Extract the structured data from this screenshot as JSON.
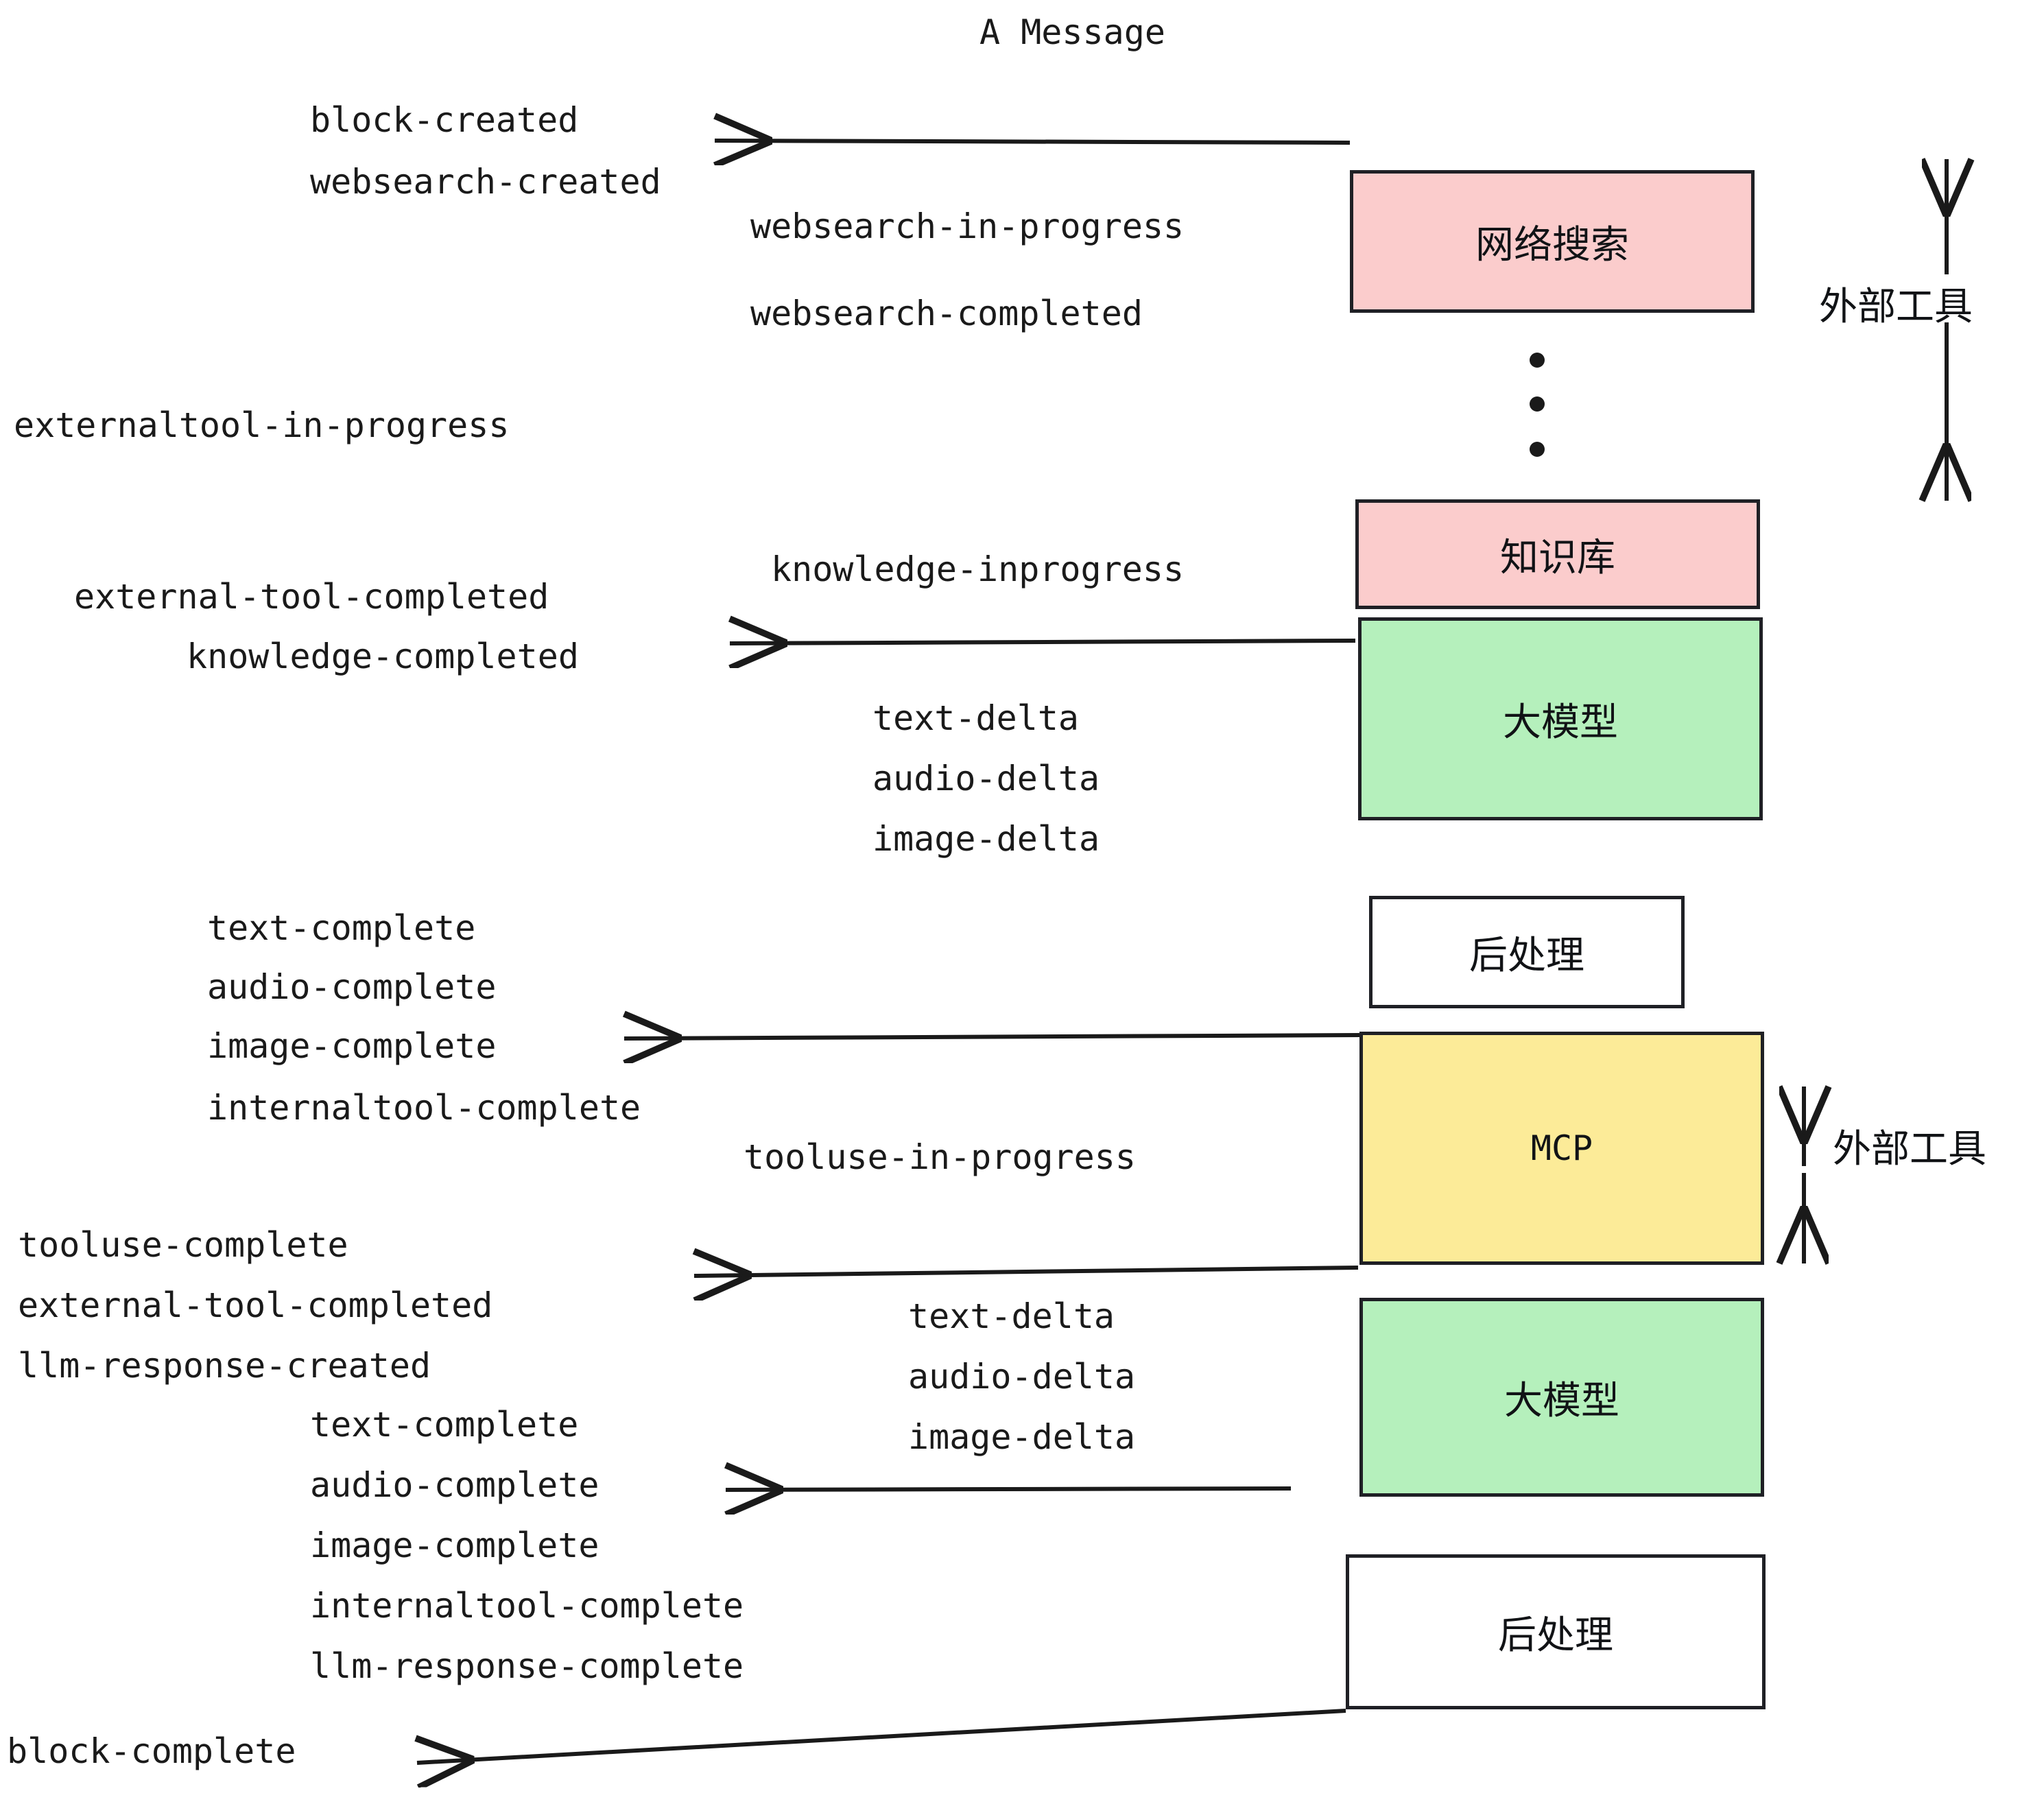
{
  "diagram": {
    "title": "A Message",
    "colors": {
      "pink": "#FBCCCC",
      "green": "#B5F0BC",
      "yellow": "#FCEB98",
      "white": "#FFFFFF",
      "stroke": "#1F2025",
      "text": "#1A1A1A"
    },
    "nodes": [
      {
        "id": "websearch",
        "label": "网络搜索",
        "fill": "#FBCCCC"
      },
      {
        "id": "knowledge",
        "label": "知识库",
        "fill": "#FBCCCC"
      },
      {
        "id": "llm_top",
        "label": "大模型",
        "fill": "#B5F0BC"
      },
      {
        "id": "post_top",
        "label": "后处理",
        "fill": "#FFFFFF"
      },
      {
        "id": "mcp",
        "label": "MCP",
        "fill": "#FCEB98"
      },
      {
        "id": "llm_bottom",
        "label": "大模型",
        "fill": "#B5F0BC"
      },
      {
        "id": "post_bottom",
        "label": "后处理",
        "fill": "#FFFFFF"
      }
    ],
    "side_labels": [
      {
        "id": "external_tools_top",
        "label": "外部工具"
      },
      {
        "id": "external_tools_bottom",
        "label": "外部工具"
      }
    ],
    "events": [
      {
        "id": "e01",
        "text": "block-created"
      },
      {
        "id": "e02",
        "text": "websearch-created"
      },
      {
        "id": "e03",
        "text": "websearch-in-progress"
      },
      {
        "id": "e04",
        "text": "websearch-completed"
      },
      {
        "id": "e05",
        "text": "externaltool-in-progress"
      },
      {
        "id": "e06",
        "text": "knowledge-inprogress"
      },
      {
        "id": "e07",
        "text": "external-tool-completed"
      },
      {
        "id": "e08",
        "text": "knowledge-completed"
      },
      {
        "id": "e09",
        "text": "text-delta"
      },
      {
        "id": "e10",
        "text": "audio-delta"
      },
      {
        "id": "e11",
        "text": "image-delta"
      },
      {
        "id": "e12",
        "text": "text-complete"
      },
      {
        "id": "e13",
        "text": "audio-complete"
      },
      {
        "id": "e14",
        "text": "image-complete"
      },
      {
        "id": "e15",
        "text": "internaltool-complete"
      },
      {
        "id": "e16",
        "text": "tooluse-in-progress"
      },
      {
        "id": "e17",
        "text": "tooluse-complete"
      },
      {
        "id": "e18",
        "text": "external-tool-completed"
      },
      {
        "id": "e19",
        "text": "llm-response-created"
      },
      {
        "id": "e20",
        "text": "text-delta"
      },
      {
        "id": "e21",
        "text": "audio-delta"
      },
      {
        "id": "e22",
        "text": "image-delta"
      },
      {
        "id": "e23",
        "text": "text-complete"
      },
      {
        "id": "e24",
        "text": "audio-complete"
      },
      {
        "id": "e25",
        "text": "image-complete"
      },
      {
        "id": "e26",
        "text": "internaltool-complete"
      },
      {
        "id": "e27",
        "text": "llm-response-complete"
      },
      {
        "id": "e28",
        "text": "block-complete"
      }
    ]
  }
}
